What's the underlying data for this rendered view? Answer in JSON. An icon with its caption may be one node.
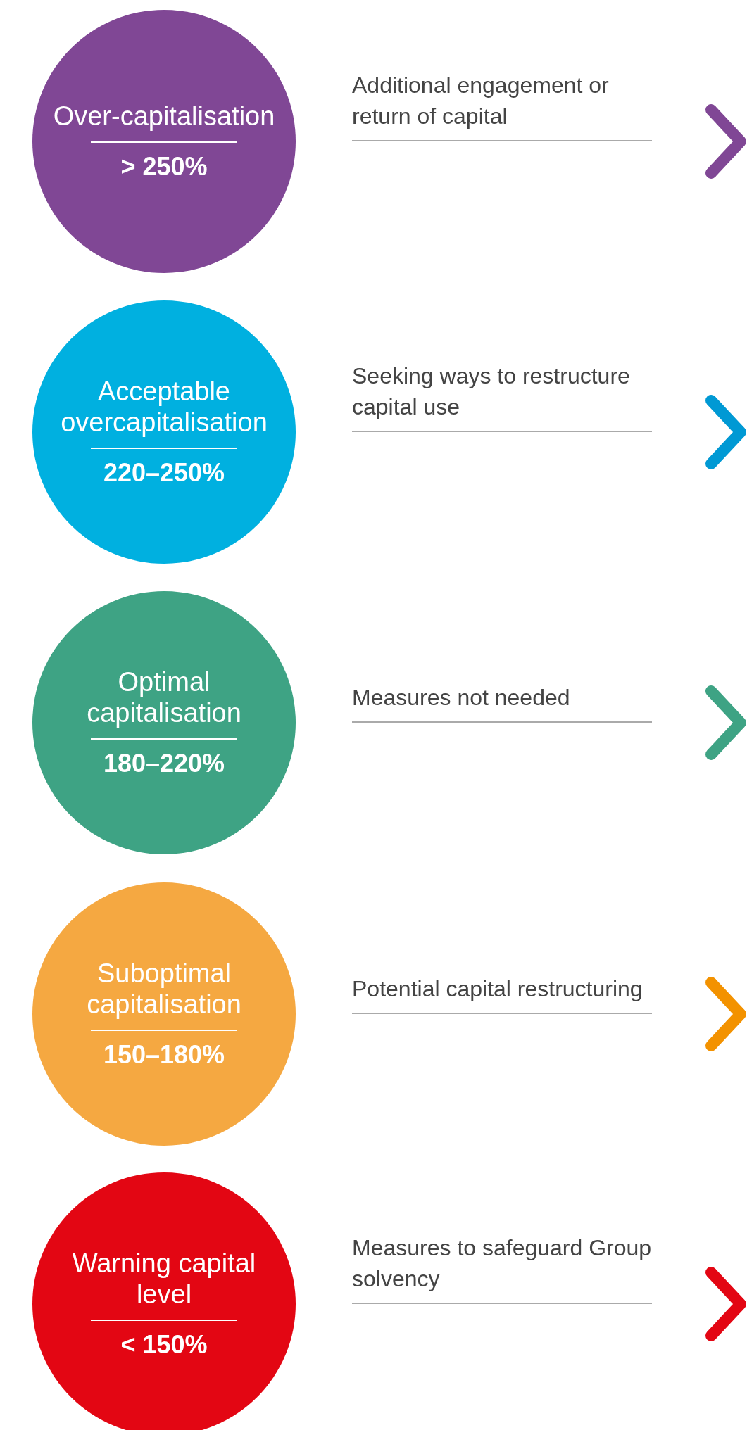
{
  "diagram": {
    "nodes": [
      {
        "text": [
          "Over-capitalisation",
          "> 250%"
        ],
        "beside": [
          "Additional engagement or return of capital"
        ]
      },
      {
        "text": [
          "Acceptable overcapitalisation",
          "220–250%"
        ],
        "beside": [
          "Seeking ways to restructure capital use"
        ]
      },
      {
        "text": [
          "Optimal capitalisation",
          "180–220%"
        ],
        "beside": [
          "Measures not needed"
        ]
      },
      {
        "text": [
          "Suboptimal capitalisation",
          "150–180%"
        ],
        "beside": [
          "Potential capital restructuring"
        ]
      },
      {
        "text": [
          "Warning capital level",
          "< 150%"
        ],
        "beside": [
          "Measures to safeguard Group solvency"
        ]
      }
    ]
  }
}
